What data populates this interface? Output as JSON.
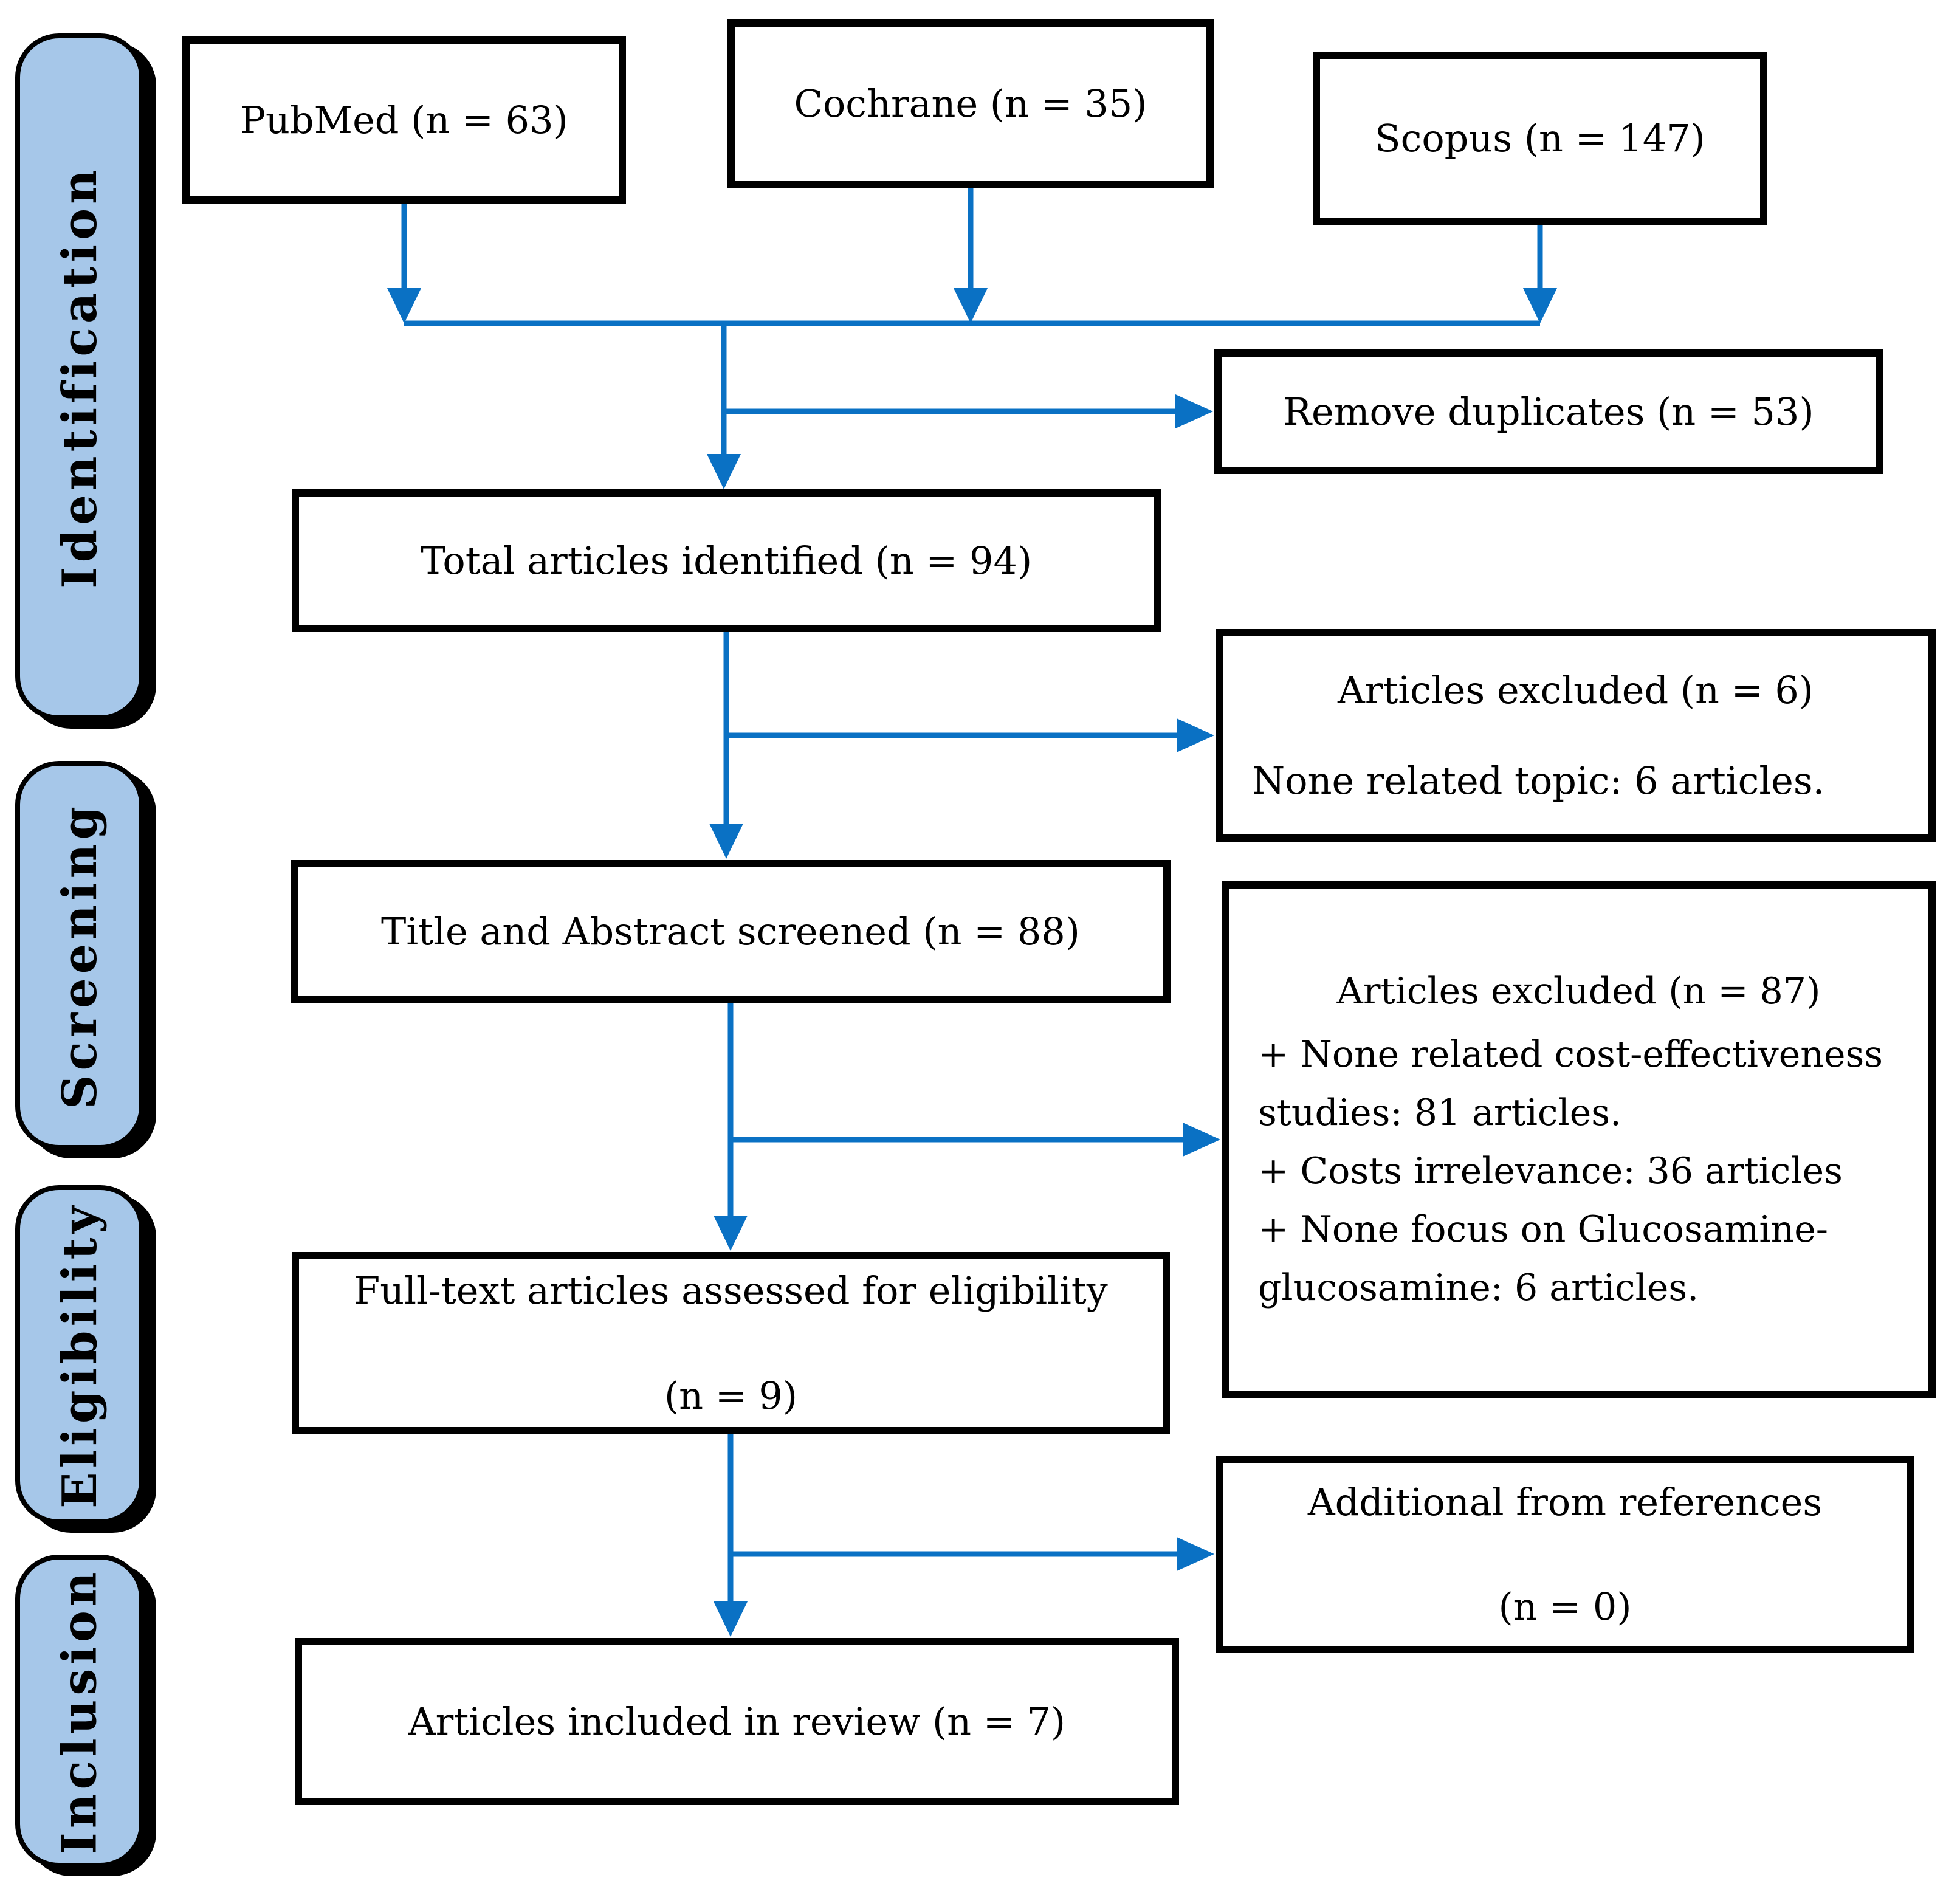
{
  "theme": {
    "arrow_color": "#0a71c4",
    "stage_fill": "#a6c7e9",
    "border_color": "#000000",
    "box_bg": "#ffffff"
  },
  "stages": [
    {
      "label": "Identification"
    },
    {
      "label": "Screening"
    },
    {
      "label": "Eligibility"
    },
    {
      "label": "Inclusion"
    }
  ],
  "boxes": {
    "pubmed": {
      "label": "PubMed (n = 63)"
    },
    "cochrane": {
      "label": "Cochrane (n = 35)"
    },
    "scopus": {
      "label": "Scopus (n = 147)"
    },
    "remove_duplicates": {
      "label": "Remove duplicates (n = 53)"
    },
    "total_identified": {
      "label": "Total articles identified (n = 94)"
    },
    "excluded_screening": {
      "title": "Articles excluded (n = 6)",
      "detail": "None related topic: 6 articles."
    },
    "title_abstract": {
      "label": "Title and Abstract screened (n = 88)"
    },
    "excluded_fulltext": {
      "title": "Articles excluded (n = 87)",
      "reasons": [
        "+ None related cost-effectiveness studies: 81 articles.",
        "+ Costs irrelevance: 36 articles",
        "+ None focus on Glucosamine-glucosamine: 6 articles."
      ]
    },
    "fulltext_assessed": {
      "line1": "Full-text articles assessed for eligibility",
      "line2": "(n = 9)"
    },
    "additional_references": {
      "line1": "Additional from references",
      "line2": "(n = 0)"
    },
    "included": {
      "label": "Articles included in review (n = 7)"
    }
  }
}
